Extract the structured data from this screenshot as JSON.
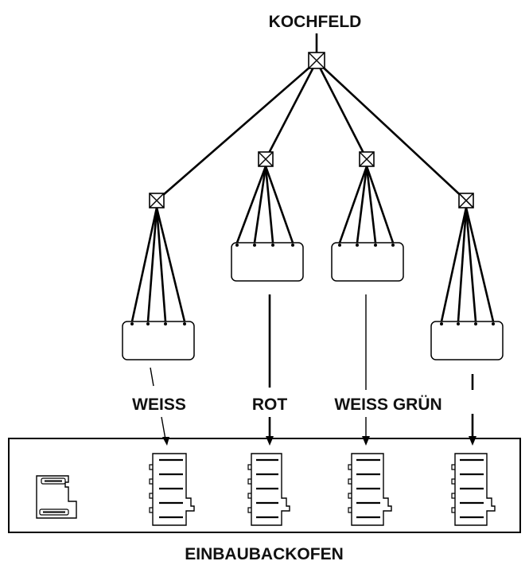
{
  "diagram": {
    "top_label": "KOCHFELD",
    "bottom_label": "EINBAUBACKOFEN",
    "wire_labels": [
      "WEISS",
      "ROT",
      "WEISS GRÜN"
    ]
  }
}
